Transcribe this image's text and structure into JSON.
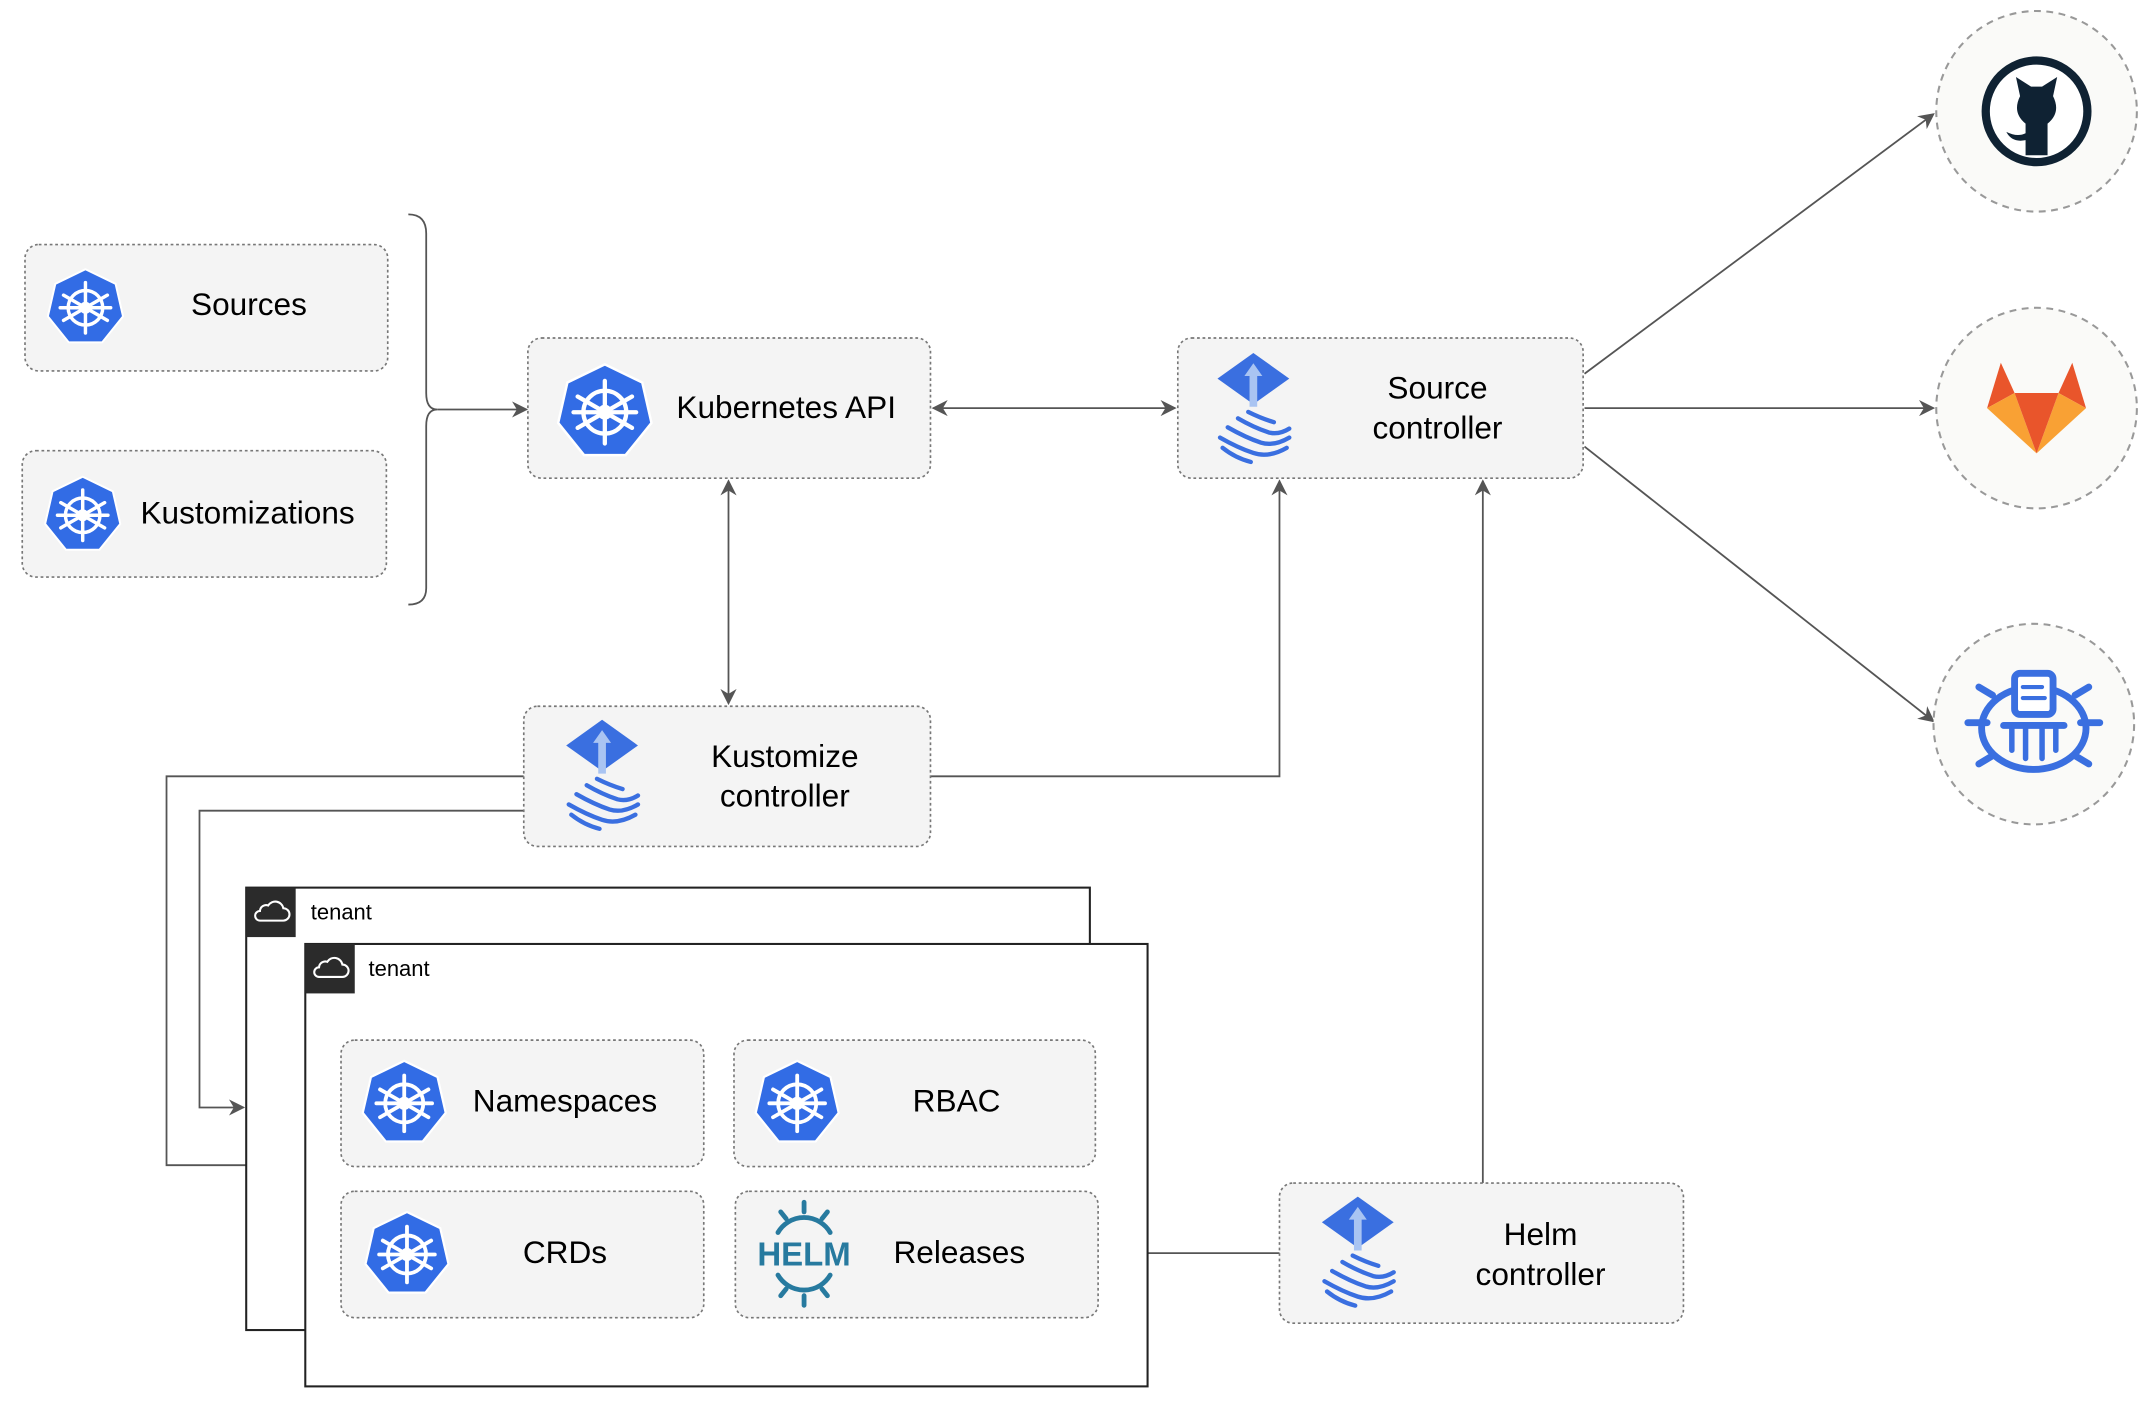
{
  "nodes": {
    "sources": "Sources",
    "kustomizations": "Kustomizations",
    "kubernetes_api": "Kubernetes API",
    "source_controller": [
      "Source",
      "controller"
    ],
    "kustomize_controller": [
      "Kustomize",
      "controller"
    ],
    "helm_controller": [
      "Helm",
      "controller"
    ],
    "namespaces": "Namespaces",
    "rbac": "RBAC",
    "crds": "CRDs",
    "releases": "Releases",
    "helm_logo_text": "HELM"
  },
  "tenants": [
    "tenant",
    "tenant"
  ],
  "external": {
    "github": "github-icon",
    "gitlab": "gitlab-icon",
    "bucket": "bucket-icon"
  },
  "colors": {
    "k8s_blue": "#326ce5",
    "flux_blue": "#3a6fe0",
    "helm_blue": "#277a9f",
    "github_dark": "#0f2233",
    "gitlab_orange": "#e9552b",
    "gitlab_yellow": "#f9a134",
    "tenant_header": "#2b2b2b"
  }
}
